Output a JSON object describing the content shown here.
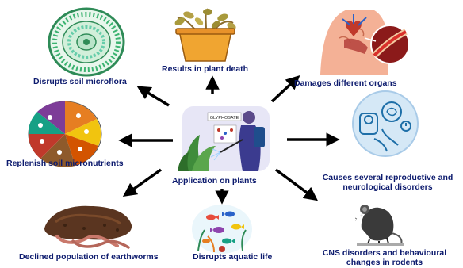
{
  "center": {
    "label": "Application on plants",
    "sign": "GLYPHOSATE"
  },
  "effects": {
    "soil_microflora": "Disrupts soil microflora",
    "plant_death": "Results in plant death",
    "organs": "Damages different organs",
    "micronutrients": "Replenish soil micronutrients",
    "reproductive_line1": "Causes several reproductive and",
    "reproductive_line2": "neurological disorders",
    "earthworms": "Declined population of earthworms",
    "aquatic": "Disrupts aquatic life",
    "rodents_line1": "CNS disorders and behavioural",
    "rodents_line2": "changes in rodents"
  },
  "colors": {
    "label_text": "#0d1b6e",
    "arrow": "#000000"
  }
}
